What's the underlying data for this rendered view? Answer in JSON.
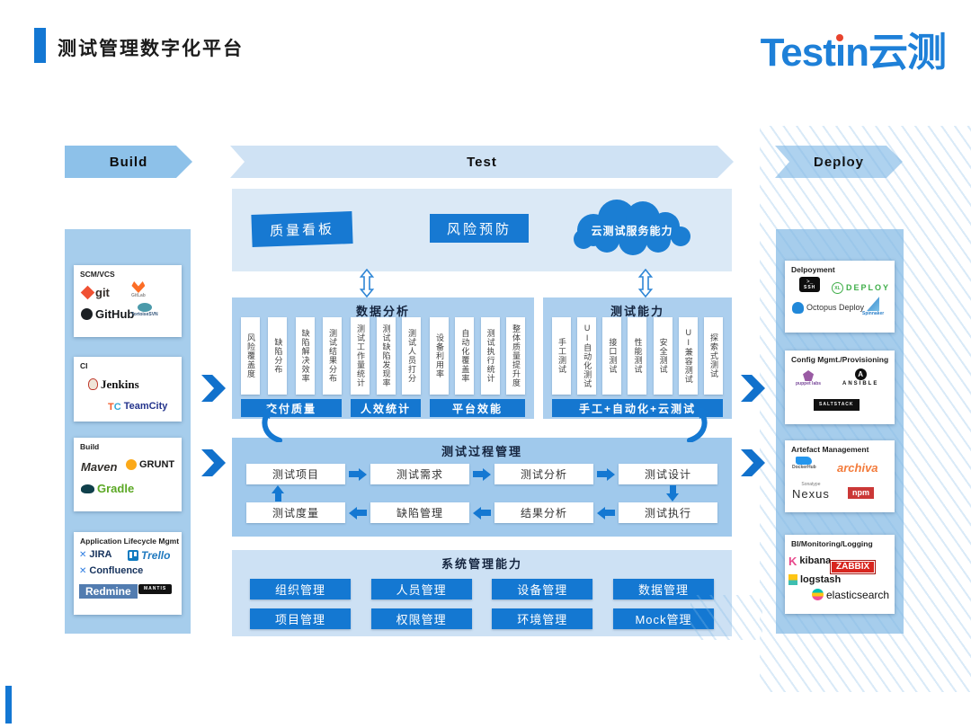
{
  "header": {
    "title": "测试管理数字化平台",
    "logo": {
      "part1": "Test",
      "part2": "ı",
      "part3": "n云测"
    }
  },
  "colors": {
    "accent": "#1478d2",
    "logo_blue": "#1e80d8",
    "logo_dot": "#e8432d"
  },
  "flow": {
    "build": "Build",
    "test": "Test",
    "deploy": "Deploy"
  },
  "top_row": {
    "quality_board": "质量看板",
    "risk_prevention": "风险预防",
    "cloud": "云测试服务能力"
  },
  "data_analysis": {
    "title": "数据分析",
    "groups": [
      {
        "items": [
          "风险覆盖度",
          "缺陷分布",
          "缺陷解决效率",
          "测试结果分布"
        ],
        "bar": "交付质量"
      },
      {
        "items": [
          "测试工作量统计",
          "测试缺陷发现率",
          "测试人员打分"
        ],
        "bar": "人效统计"
      },
      {
        "items": [
          "设备利用率",
          "自动化覆盖率",
          "测试执行统计",
          "整体质量提升度"
        ],
        "bar": "平台效能"
      }
    ]
  },
  "test_capability": {
    "title": "测试能力",
    "items": [
      "手工测试",
      "UI自动化测试",
      "接口测试",
      "性能测试",
      "安全测试",
      "UI兼容测试",
      "探索式测试"
    ],
    "bar": "手工+自动化+云测试"
  },
  "process": {
    "title": "测试过程管理",
    "row1": [
      "测试项目",
      "测试需求",
      "测试分析",
      "测试设计"
    ],
    "row2": [
      "测试度量",
      "缺陷管理",
      "结果分析",
      "测试执行"
    ]
  },
  "system": {
    "title": "系统管理能力",
    "row1": [
      "组织管理",
      "人员管理",
      "设备管理",
      "数据管理"
    ],
    "row2": [
      "项目管理",
      "权限管理",
      "环境管理",
      "Mock管理"
    ]
  },
  "left_column": {
    "cards": [
      {
        "id": "scm",
        "title": "SCM/VCS",
        "tools": [
          {
            "id": "git",
            "label": "git"
          },
          {
            "id": "gitlab",
            "label": "GitLab"
          },
          {
            "id": "github",
            "label": "GitHub"
          },
          {
            "id": "tortoise",
            "label": "TortoiseSVN"
          }
        ]
      },
      {
        "id": "ci",
        "title": "CI",
        "tools": [
          {
            "id": "jenkins",
            "label": "Jenkins"
          },
          {
            "id": "teamcity",
            "label": "TeamCity"
          }
        ]
      },
      {
        "id": "build",
        "title": "Build",
        "tools": [
          {
            "id": "maven",
            "label": "Maven"
          },
          {
            "id": "grunt",
            "label": "GRUNT"
          },
          {
            "id": "gradle",
            "label": "Gradle"
          }
        ]
      },
      {
        "id": "alm",
        "title": "Application Lifecycle Mgmt",
        "tools": [
          {
            "id": "jira",
            "label": "JIRA"
          },
          {
            "id": "trello",
            "label": "Trello"
          },
          {
            "id": "confluence",
            "label": "Confluence"
          },
          {
            "id": "redmine",
            "label": "Redmine"
          },
          {
            "id": "mantis",
            "label": "MANTIS"
          }
        ]
      }
    ]
  },
  "right_column": {
    "cards": [
      {
        "id": "deployment",
        "title": "Delpoyment",
        "tools": [
          {
            "id": "ssh",
            "label": "SSH"
          },
          {
            "id": "xldeploy",
            "label": "DEPLOY",
            "sub": "XL"
          },
          {
            "id": "octopus",
            "label": "Octopus Deploy"
          },
          {
            "id": "spinnaker",
            "label": "Spinnaker"
          }
        ]
      },
      {
        "id": "config",
        "title": "Config Mgmt./Provisioning",
        "tools": [
          {
            "id": "puppet",
            "label": "puppet labs"
          },
          {
            "id": "ansible",
            "label": "ANSIBLE"
          },
          {
            "id": "saltstack",
            "label": "SALTSTACK"
          }
        ]
      },
      {
        "id": "artefact",
        "title": "Artefact Management",
        "tools": [
          {
            "id": "dockerhub",
            "label": "DockerHub"
          },
          {
            "id": "archiva",
            "label": "archiva"
          },
          {
            "id": "nexus",
            "label": "Nexus",
            "sub": "Sonatype"
          },
          {
            "id": "npm",
            "label": "npm"
          }
        ]
      },
      {
        "id": "bi",
        "title": "BI/Monitoring/Logging",
        "tools": [
          {
            "id": "kibana",
            "label": "kibana"
          },
          {
            "id": "zabbix",
            "label": "ZABBIX"
          },
          {
            "id": "logstash",
            "label": "logstash"
          },
          {
            "id": "elastic",
            "label": "elasticsearch"
          }
        ]
      }
    ]
  }
}
